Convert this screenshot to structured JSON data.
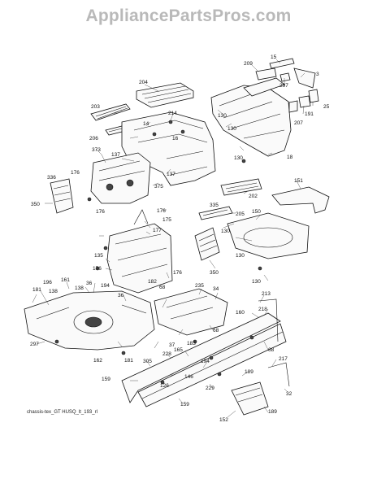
{
  "watermark": "AppliancePartsPros.com",
  "caption": "chassis-tex_GT HUSQ_lt_193_rl",
  "callouts": {
    "c204": "204",
    "c15": "15",
    "c209": "209",
    "c3": "3",
    "c297a": "297",
    "c25": "25",
    "c130a": "130",
    "c203": "203",
    "c191": "191",
    "c207": "207",
    "c214": "214",
    "c14": "14",
    "c130b": "130",
    "c206": "206",
    "c16": "16",
    "c373": "373",
    "c137a": "137",
    "c137b": "137",
    "c130c": "130",
    "c18": "18",
    "c176a": "176",
    "c336": "336",
    "c375": "375",
    "c202": "202",
    "c151": "151",
    "c350a": "350",
    "c176b": "176",
    "c176c": "176",
    "c335": "335",
    "c205": "205",
    "c150": "150",
    "c175": "175",
    "c177": "177",
    "c130d": "130",
    "c130e": "130",
    "c135": "135",
    "c176d": "176",
    "c350b": "350",
    "c182": "182",
    "c176e": "176",
    "c196": "196",
    "c138a": "138",
    "c181a": "181",
    "c161": "161",
    "c138b": "138",
    "c36a": "36",
    "c68a": "68",
    "c235": "235",
    "c34": "34",
    "c36b": "36",
    "c194a": "194",
    "c213": "213",
    "c218": "218",
    "c160": "160",
    "c68b": "68",
    "c183": "183",
    "c297b": "297",
    "c37": "37",
    "c162": "162",
    "c181b": "181",
    "c228": "228",
    "c165": "165",
    "c305": "305",
    "c194b": "194",
    "c217": "217",
    "c68c": "68",
    "c146": "146",
    "c159a": "159",
    "c126": "126",
    "c189a": "189",
    "c229": "229",
    "c32": "32",
    "c159b": "159",
    "c189b": "189",
    "c152": "152"
  }
}
